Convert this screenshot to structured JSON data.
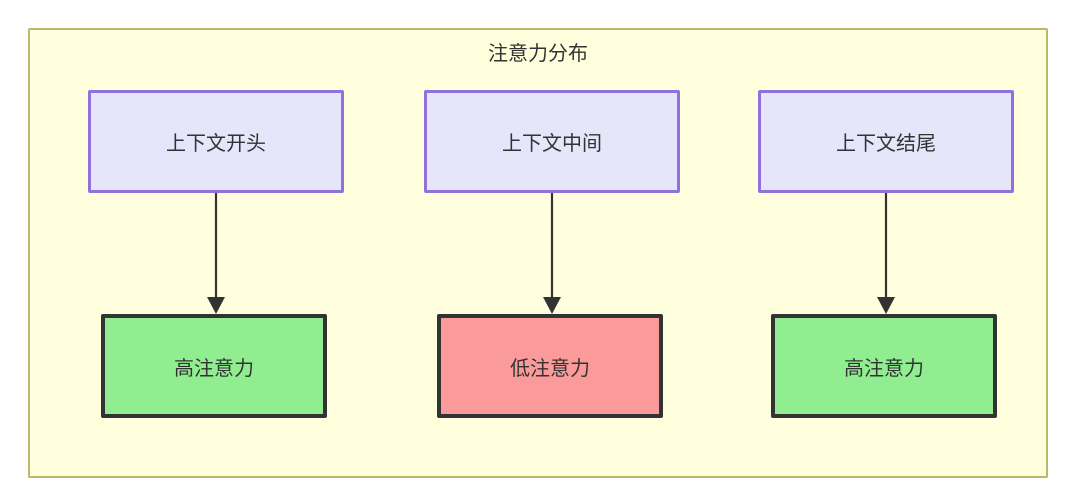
{
  "diagram": {
    "title": "注意力分布",
    "container": {
      "fill_color": "#ffffdd",
      "border_color": "#bdb76b"
    },
    "context_nodes": [
      {
        "id": "context-start",
        "label": "上下文开头",
        "fill_color": "#e6e6fa",
        "border_color": "#9370db"
      },
      {
        "id": "context-mid",
        "label": "上下文中间",
        "fill_color": "#e6e6fa",
        "border_color": "#9370db"
      },
      {
        "id": "context-end",
        "label": "上下文结尾",
        "fill_color": "#e6e6fa",
        "border_color": "#9370db"
      }
    ],
    "attention_nodes": [
      {
        "id": "attn-start",
        "label": "高注意力",
        "fill_color": "#90ee90",
        "border_color": "#333333"
      },
      {
        "id": "attn-mid",
        "label": "低注意力",
        "fill_color": "#fa9a9a",
        "border_color": "#333333"
      },
      {
        "id": "attn-end",
        "label": "高注意力",
        "fill_color": "#90ee90",
        "border_color": "#333333"
      }
    ],
    "edges": [
      {
        "from": "context-start",
        "to": "attn-start",
        "label": ""
      },
      {
        "from": "context-mid",
        "to": "attn-mid",
        "label": ""
      },
      {
        "from": "context-end",
        "to": "attn-end",
        "label": ""
      }
    ]
  }
}
